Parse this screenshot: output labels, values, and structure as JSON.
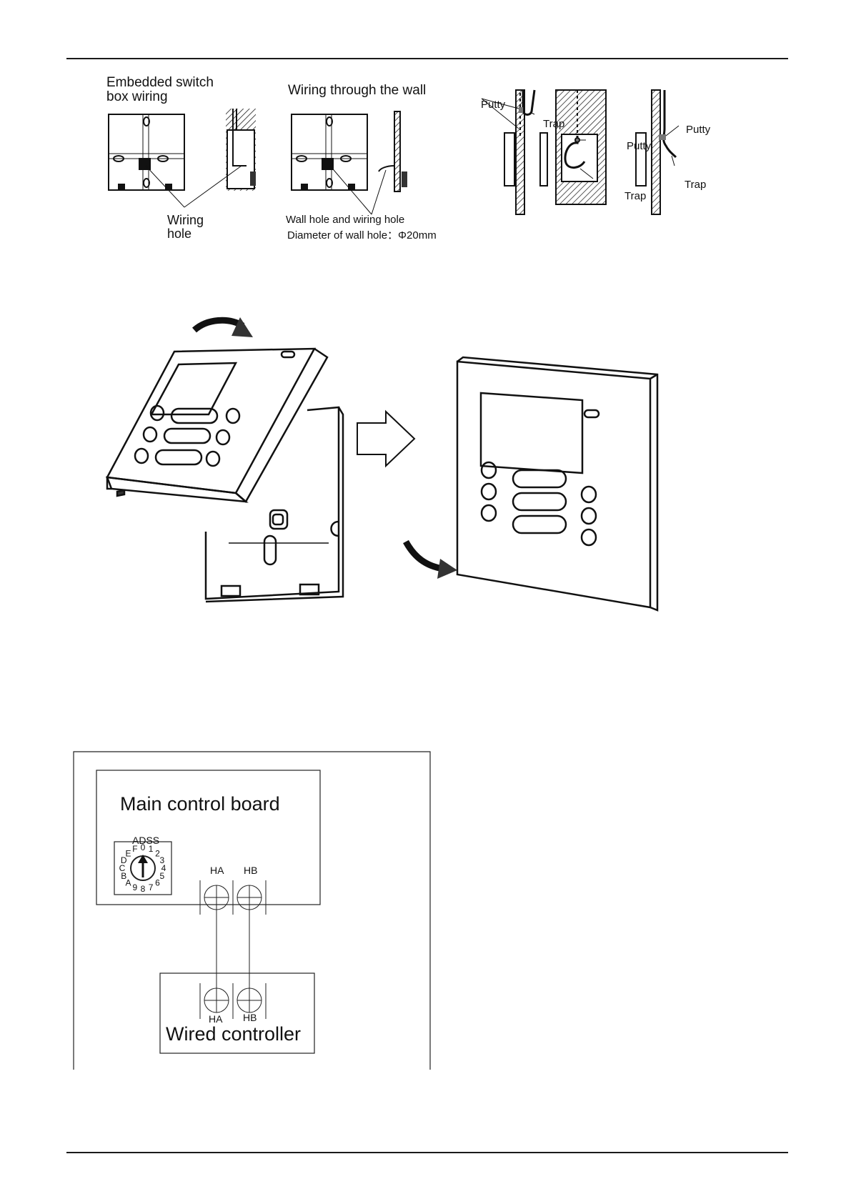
{
  "figure1": {
    "embedded_title_line1": "Embedded switch",
    "embedded_title_line2": "box wiring",
    "wall_title": "Wiring through the wall",
    "wiring_hole_line1": "Wiring",
    "wiring_hole_line2": "hole",
    "wall_hole_line1": "Wall hole and wiring hole",
    "wall_hole_line2": "Diameter of wall hole：Φ20mm"
  },
  "figure2": {
    "putty_1": "Putty",
    "trap_1": "Trap",
    "putty_2": "Putty",
    "trap_2": "Trap",
    "putty_3": "Putty",
    "trap_3": "Trap"
  },
  "figure4": {
    "main_board_title": "Main control board",
    "adss_label": "ADSS",
    "dial_chars": "0123456789ABCDEF",
    "board_ha": "HA",
    "board_hb": "HB",
    "ctrl_ha": "HA",
    "ctrl_hb": "HB",
    "wired_controller_title": "Wired controller"
  }
}
